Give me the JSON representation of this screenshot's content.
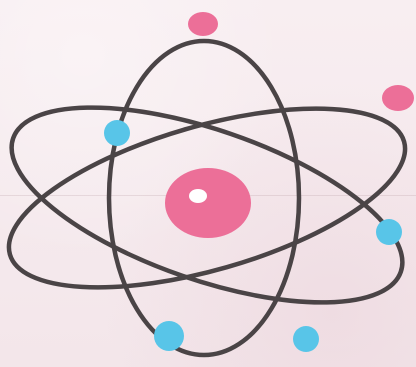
{
  "colors": {
    "background": "#f6e9ec",
    "orbit": "#4a4446",
    "nucleus": "#ec6f98",
    "nucleus_highlight": "#ffffff",
    "electron_blue": "#58c5e8",
    "electron_pink": "#ec6f98"
  },
  "illustration": {
    "nucleus_icon": "atom-nucleus-icon",
    "electrons": [
      {
        "color": "blue"
      },
      {
        "color": "blue"
      },
      {
        "color": "blue"
      },
      {
        "color": "blue"
      },
      {
        "color": "pink"
      },
      {
        "color": "pink"
      }
    ]
  }
}
